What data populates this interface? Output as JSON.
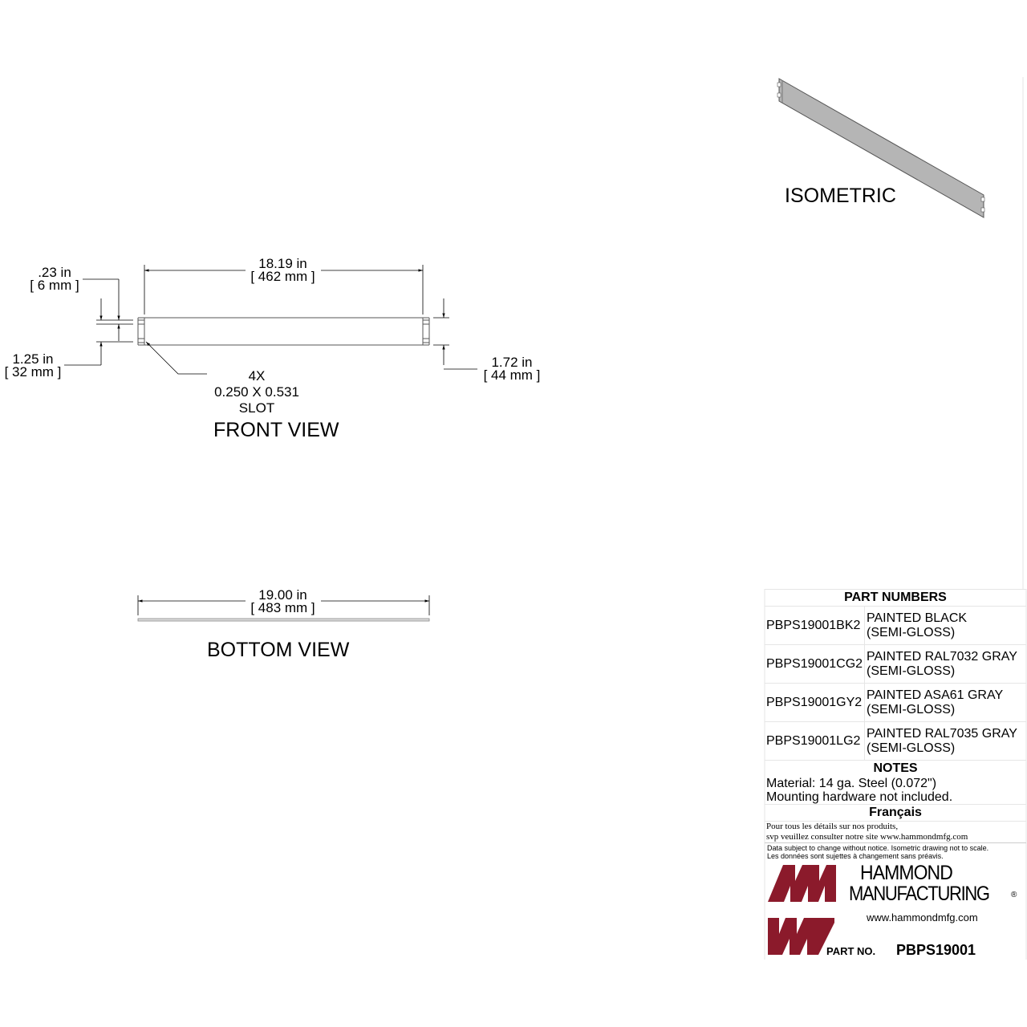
{
  "isometric": {
    "title": "ISOMETRIC"
  },
  "front_view": {
    "title": "FRONT VIEW",
    "dim_width": {
      "in": "18.19 in",
      "mm": "[ 462 mm ]"
    },
    "dim_slot_offset": {
      "in": ".23 in",
      "mm": "[ 6 mm ]"
    },
    "dim_slot_spacing": {
      "in": "1.25 in",
      "mm": "[ 32 mm ]"
    },
    "dim_height": {
      "in": "1.72 in",
      "mm": "[ 44 mm ]"
    },
    "slot_callout": {
      "qty": "4X",
      "size": "0.250 X 0.531",
      "type": "SLOT"
    }
  },
  "bottom_view": {
    "title": "BOTTOM VIEW",
    "dim_width": {
      "in": "19.00 in",
      "mm": "[ 483 mm ]"
    }
  },
  "title_block": {
    "part_numbers_header": "PART NUMBERS",
    "part_numbers": [
      {
        "code": "PBPS19001BK2",
        "desc1": "PAINTED BLACK",
        "desc2": "(SEMI-GLOSS)"
      },
      {
        "code": "PBPS19001CG2",
        "desc1": "PAINTED RAL7032 GRAY",
        "desc2": "(SEMI-GLOSS)"
      },
      {
        "code": "PBPS19001GY2",
        "desc1": "PAINTED ASA61 GRAY",
        "desc2": "(SEMI-GLOSS)"
      },
      {
        "code": "PBPS19001LG2",
        "desc1": "PAINTED RAL7035 GRAY",
        "desc2": "(SEMI-GLOSS)"
      }
    ],
    "notes_header": "NOTES",
    "notes": [
      "Material: 14 ga. Steel (0.072\")",
      "Mounting hardware not included."
    ],
    "french_header": "Français",
    "french_lines": [
      "Pour tous les détails sur nos produits,",
      "svp veuillez consulter notre site www.hammondmfg.com"
    ],
    "disclaimer": [
      "Data subject to change without notice. Isometric drawing not to scale.",
      "Les données sont sujettes à changement sans préavis."
    ],
    "brand_line1": "HAMMOND",
    "brand_line2": "MANUFACTURING",
    "registered": "®",
    "website": "www.hammondmfg.com",
    "part_no_label": "PART NO.",
    "part_no": "PBPS19001"
  },
  "colors": {
    "logo_red": "#8b1a2b",
    "part_fill": "#b5b5b5",
    "line": "#000000"
  },
  "icons": {
    "logo": "hammond-logo-icon"
  }
}
